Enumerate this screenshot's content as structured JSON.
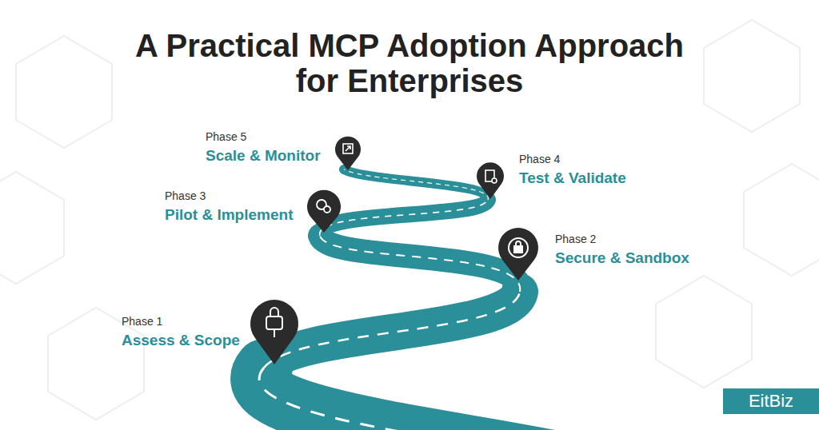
{
  "diagram": {
    "title": "A Practical MCP Adoption Approach for Enterprises",
    "nodes": [
      {
        "text": [
          "Phase 1",
          "Assess & Scope"
        ]
      },
      {
        "text": [
          "Phase 2",
          "Secure & Sandbox"
        ]
      },
      {
        "text": [
          "Phase 3",
          "Pilot & Implement"
        ]
      },
      {
        "text": [
          "Phase 4",
          "Test & Validate"
        ]
      },
      {
        "text": [
          "Phase 5",
          "Scale & Monitor"
        ]
      },
      {
        "text": [
          "EitBiz"
        ]
      }
    ]
  }
}
